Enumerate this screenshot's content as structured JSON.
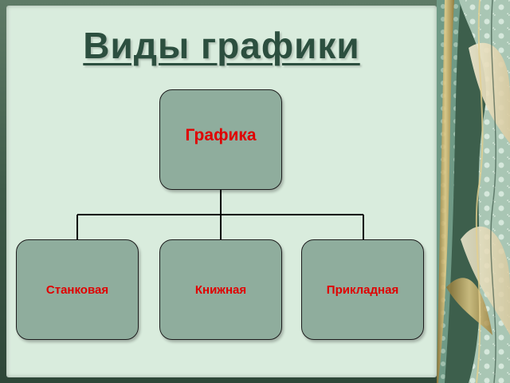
{
  "title": "Виды графики",
  "diagram": {
    "root": {
      "label": "Графика"
    },
    "children": [
      {
        "label": "Станковая"
      },
      {
        "label": "Книжная"
      },
      {
        "label": "Прикладная"
      }
    ]
  },
  "colors": {
    "slide_background": "#d9ecdd",
    "frame": "#3e5a48",
    "node_fill": "#8fad9d",
    "node_text": "#e00000",
    "title_text": "#2c4f3f",
    "connector": "#000000"
  }
}
